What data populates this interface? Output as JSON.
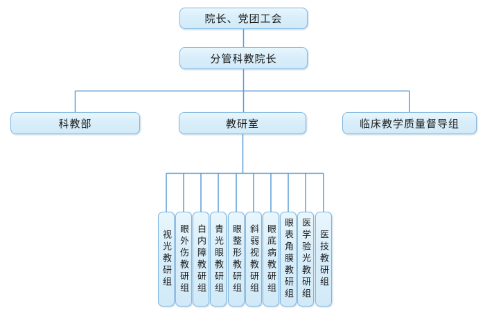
{
  "diagram": {
    "type": "org-chart",
    "level1": {
      "label": "院长、党团工会"
    },
    "level2": {
      "label": "分管科教院长"
    },
    "level3": [
      {
        "label": "科教部"
      },
      {
        "label": "教研室"
      },
      {
        "label": "临床教学质量督导组"
      }
    ],
    "level4": [
      {
        "label": "视光教研组"
      },
      {
        "label": "眼外伤教研组"
      },
      {
        "label": "白内障教研组"
      },
      {
        "label": "青光眼教研组"
      },
      {
        "label": "眼整形教研组"
      },
      {
        "label": "斜弱视教研组"
      },
      {
        "label": "眼底病教研组"
      },
      {
        "label": "眼表角膜教研组"
      },
      {
        "label": "医学验光教研组"
      },
      {
        "label": "医技教研组"
      }
    ]
  },
  "colors": {
    "node_fill": "#d8eefa",
    "node_border": "#7fb6e0",
    "connector": "#5b9bd5",
    "text": "#1c1c1c"
  }
}
